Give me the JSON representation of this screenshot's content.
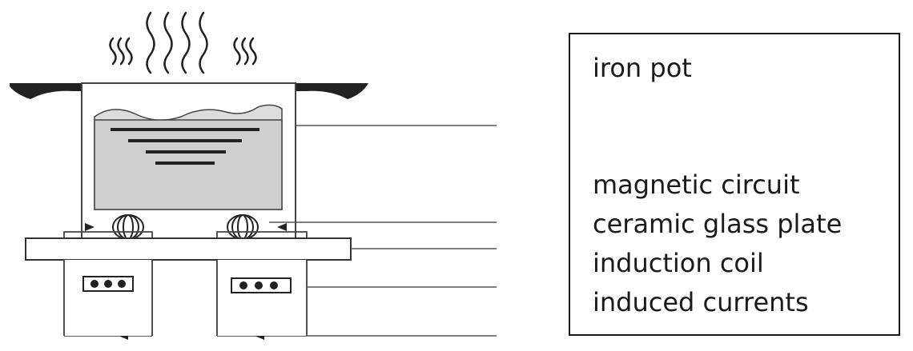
{
  "legend": {
    "labels": [
      "iron pot",
      "magnetic circuit",
      "ceramic glass plate",
      "induction coil",
      "induced currents"
    ]
  }
}
